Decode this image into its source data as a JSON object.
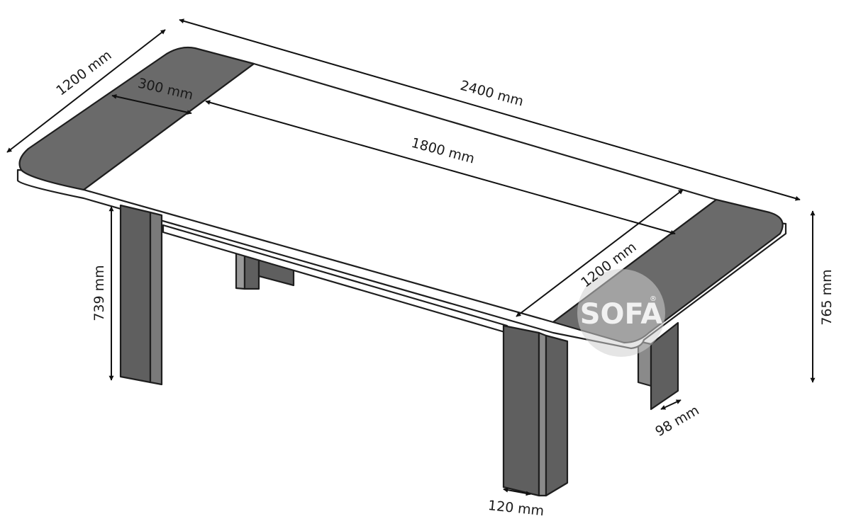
{
  "diagram": {
    "dimensions": {
      "overall_length": "2400 mm",
      "overall_width": "1200 mm",
      "extension_width": "300 mm",
      "center_length": "1800 mm",
      "inner_width": "1200 mm",
      "leg_height": "739 mm",
      "total_height": "765 mm",
      "leg_width": "120 mm",
      "leg_depth": "98 mm"
    },
    "watermark": {
      "text": "SOFA",
      "mark": "®"
    },
    "colors": {
      "outline": "#1e1e1e",
      "extension_leaf": "#6a6a6a",
      "leg": "#5f5f5f",
      "tabletop": "#ffffff"
    }
  }
}
